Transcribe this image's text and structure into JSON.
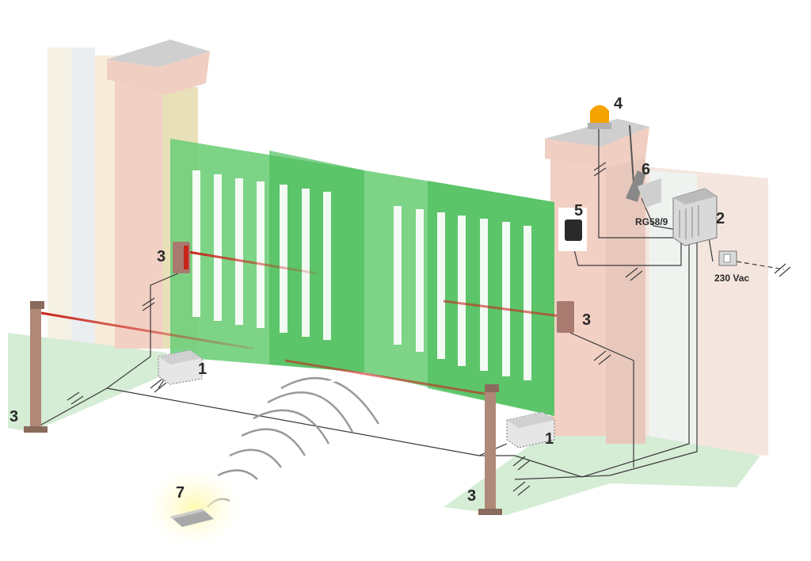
{
  "labels": {
    "motor_left": "1",
    "motor_right": "1",
    "control_unit": "2",
    "photocell_left_pillar": "3",
    "photocell_right_pillar": "3",
    "post_left": "3",
    "post_right": "3",
    "flashing_light": "4",
    "key_selector": "5",
    "antenna": "6",
    "remote_control": "7",
    "cable_type": "RG58/9",
    "power_supply": "230 Vac"
  },
  "colors": {
    "gate": "#5ec86a",
    "pillar": "#f2d0c4",
    "ground": "#cfe9cf",
    "beam": "#c8241a",
    "flash": "#f5a300"
  }
}
